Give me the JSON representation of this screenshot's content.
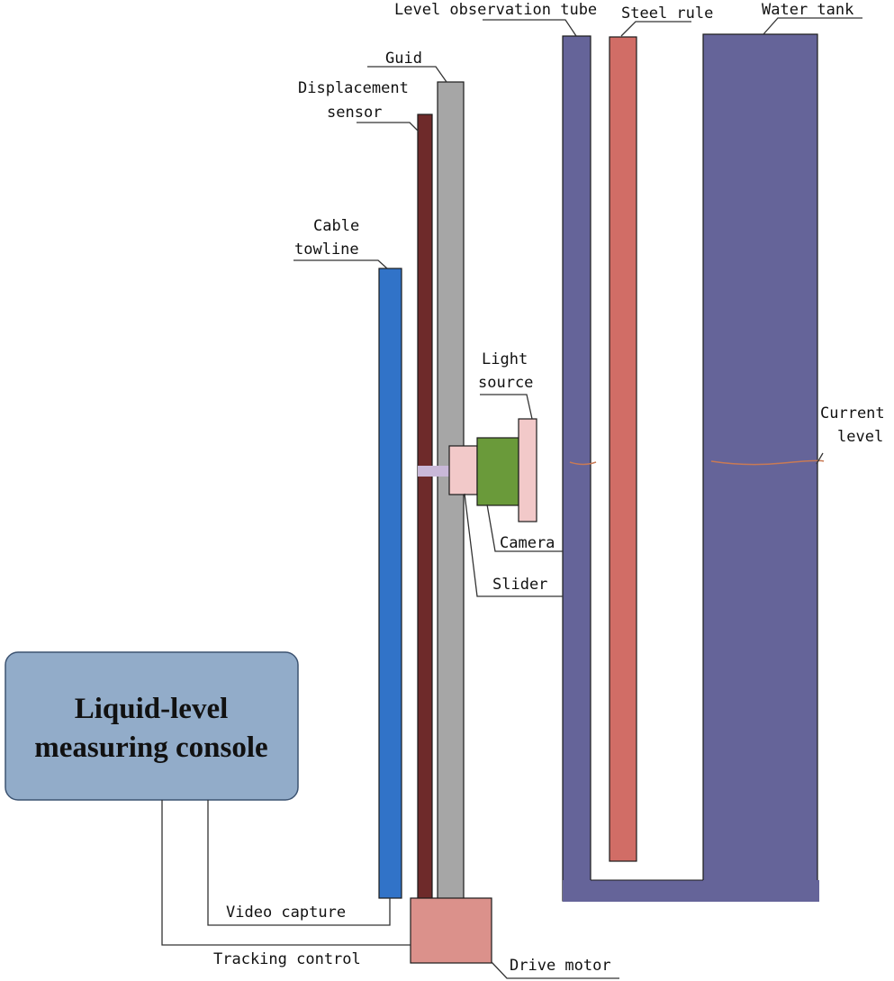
{
  "labels": {
    "level_observation_tube": "Level observation tube",
    "steel_rule": "Steel rule",
    "water_tank": "Water tank",
    "guid": "Guid",
    "displacement_sensor_line1": "Displacement",
    "displacement_sensor_line2": "sensor",
    "cable_towline_line1": "Cable",
    "cable_towline_line2": "towline",
    "light_source_line1": "Light",
    "light_source_line2": "source",
    "current_level_line1": "Current",
    "current_level_line2": "level",
    "camera": "Camera",
    "slider": "Slider",
    "video_capture": "Video capture",
    "tracking_control": "Tracking control",
    "drive_motor": "Drive motor"
  },
  "console": {
    "line1": "Liquid-level",
    "line2": "measuring console"
  },
  "colors": {
    "tank": "#656499",
    "steel_rule": "#d16d66",
    "guide": "#a6a6a6",
    "displacement_sensor": "#6e2a2a",
    "cable_towline": "#3173c8",
    "camera": "#6a9a3a",
    "slider_and_light": "#f2c9c9",
    "connector": "#c9b8d8",
    "drive_motor": "#db918b",
    "console": "#92acc9",
    "water_line": "#c87a55"
  }
}
